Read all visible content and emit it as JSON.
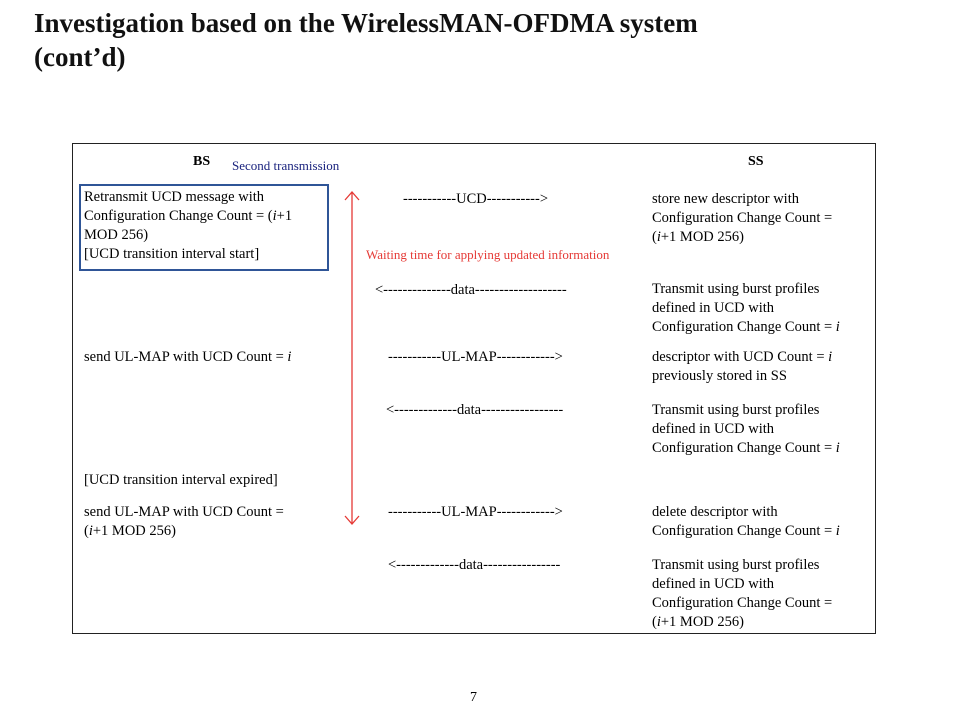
{
  "slide": {
    "title_line1": "Investigation based on the WirelessMAN-OFDMA system",
    "title_line2": "(cont’d)",
    "page_number": "7"
  },
  "annotations": {
    "second_transmission": "Second transmission",
    "waiting_time": "Waiting time for applying updated information"
  },
  "diagram": {
    "bs_label": "BS",
    "ss_label": "SS",
    "bs_entries": [
      [
        "Retransmit UCD message with",
        "Configuration Change Count = (i+1",
        "MOD 256)",
        "[UCD transition interval start]"
      ],
      [
        "send UL-MAP with UCD Count = i"
      ],
      [
        "[UCD transition interval expired]"
      ],
      [
        "send UL-MAP with UCD Count =",
        "(i+1 MOD 256)"
      ]
    ],
    "messages": [
      "-----------UCD----------->",
      "<--------------data-------------------",
      "-----------UL-MAP------------>",
      "<-------------data-----------------",
      "-----------UL-MAP------------>",
      "<-------------data----------------"
    ],
    "ss_entries": [
      [
        "store new descriptor with",
        "Configuration Change Count =",
        "(i+1 MOD 256)"
      ],
      [
        "Transmit using burst profiles",
        "defined in UCD with",
        "Configuration Change Count = i"
      ],
      [
        "descriptor with UCD Count = i",
        "previously stored in SS"
      ],
      [
        "Transmit using burst profiles",
        "defined in UCD with",
        "Configuration Change Count = i"
      ],
      [
        "delete descriptor with",
        "Configuration Change Count = i"
      ],
      [
        "Transmit using burst profiles",
        "defined in UCD with",
        "Configuration Change Count =",
        "(i+1 MOD 256)"
      ]
    ]
  },
  "colors": {
    "highlight_box": "#2f5597",
    "waiting_arrow": "#e53935",
    "second_transmission_text": "#1a237e"
  }
}
